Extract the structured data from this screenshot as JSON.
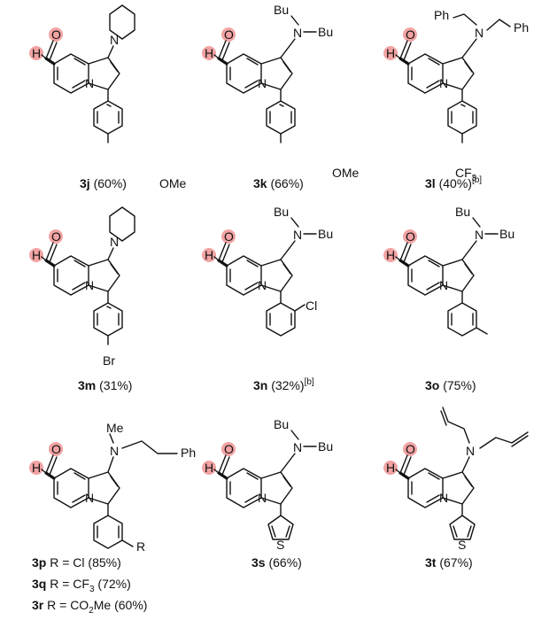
{
  "colors": {
    "highlight": "#f2a3a3",
    "ink": "#111111"
  },
  "compounds": [
    {
      "id": "3j",
      "amine": "piperidine",
      "aryl": "para",
      "aryl_sub": "OMe",
      "yield": "(60%)",
      "note": ""
    },
    {
      "id": "3k",
      "amine": "NBu2",
      "n_sub1": "Bu",
      "n_sub2": "Bu",
      "aryl": "para",
      "aryl_sub": "OMe",
      "yield": "(66%)",
      "note": ""
    },
    {
      "id": "3l",
      "amine": "NBn2",
      "n_sub1": "Ph",
      "n_sub2": "Ph",
      "aryl": "para",
      "aryl_sub": "CF",
      "aryl_sub_idx": "3",
      "yield": "(40%)",
      "note": "[b]"
    },
    {
      "id": "3m",
      "amine": "piperidine",
      "aryl": "para",
      "aryl_sub": "Br",
      "yield": "(31%)",
      "note": ""
    },
    {
      "id": "3n",
      "amine": "NBu2",
      "n_sub1": "Bu",
      "n_sub2": "Bu",
      "aryl": "ortho",
      "aryl_sub": "Cl",
      "yield": "(32%)",
      "note": "[b]"
    },
    {
      "id": "3o",
      "amine": "NBu2",
      "n_sub1": "Bu",
      "n_sub2": "Bu",
      "aryl": "meta-methyl",
      "aryl_sub": "",
      "yield": "(75%)",
      "note": ""
    },
    {
      "id": "3p",
      "amine": "NMePhEt",
      "n_sub1": "Me",
      "n_sub2": "Ph",
      "aryl": "meta",
      "aryl_sub": "R",
      "yield": "",
      "note": ""
    },
    {
      "id": "3s",
      "amine": "NBu2",
      "n_sub1": "Bu",
      "n_sub2": "Bu",
      "aryl": "thiophene",
      "aryl_sub": "S",
      "yield": "(66%)",
      "note": ""
    },
    {
      "id": "3t",
      "amine": "diallyl",
      "aryl": "thiophene",
      "aryl_sub": "S",
      "yield": "(67%)",
      "note": ""
    }
  ],
  "atoms": {
    "O": "O",
    "H": "H",
    "N": "N",
    "N_ring": "N"
  },
  "r_list": [
    {
      "id": "3p",
      "text": "R = Cl (85%)"
    },
    {
      "id": "3q",
      "pre": "R = CF",
      "idx": "3",
      "post": " (72%)"
    },
    {
      "id": "3r",
      "pre": "R = CO",
      "idx": "2",
      "post": "Me (60%)"
    }
  ]
}
